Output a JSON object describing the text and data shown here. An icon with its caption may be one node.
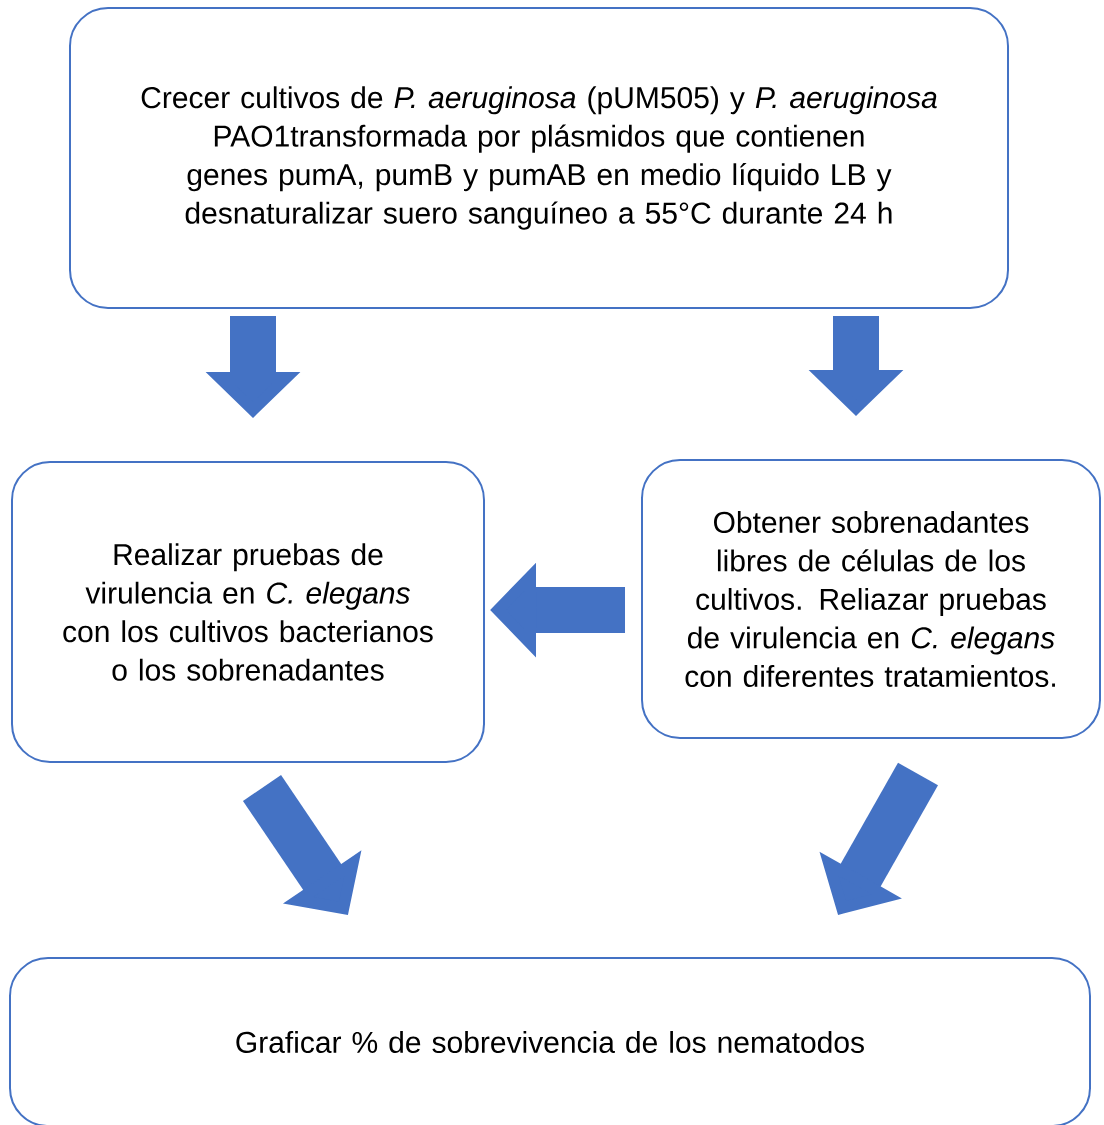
{
  "diagram": {
    "nodes": [
      {
        "text": [
          "Crecer cultivos de *P. aeruginosa* (pUM505) y *P. aeruginosa* PAO1transformada por plásmidos que contienen genes pumA, pumB y pumAB en medio líquido LB y desnaturalizar suero sanguíneo a 55°C durante 24 h"
        ]
      },
      {
        "text": [
          "Realizar pruebas de virulencia en *C. elegans* con los cultivos bacterianos o los sobrenadantes"
        ]
      },
      {
        "text": [
          "Obtener sobrenadantes libres de células de los cultivos. Reliazar pruebas de virulencia en *C. elegans* con diferentes tratamientos."
        ]
      },
      {
        "text": [
          "Graficar % de sobrevivencia de los nematodos"
        ]
      }
    ],
    "edges": [
      {
        "from": 0,
        "to": 1,
        "arrow": "to"
      },
      {
        "from": 0,
        "to": 2,
        "arrow": "to"
      },
      {
        "from": 2,
        "to": 1,
        "arrow": "to"
      },
      {
        "from": 1,
        "to": 3,
        "arrow": "to"
      },
      {
        "from": 2,
        "to": 3,
        "arrow": "to"
      }
    ]
  }
}
